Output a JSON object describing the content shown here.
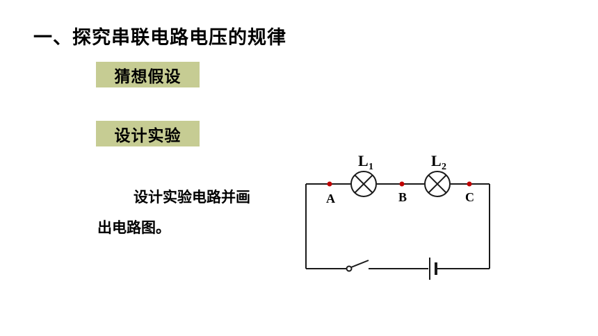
{
  "title": "一、探究串联电路电压的规律",
  "tags": [
    "猜想假设",
    "设计实验"
  ],
  "paragraph": {
    "line1": "设计实验电路并画",
    "line2": "出电路图。"
  },
  "circuit": {
    "lamp1_label": "L",
    "lamp1_sub": "1",
    "lamp2_label": "L",
    "lamp2_sub": "2",
    "point_a": "A",
    "point_b": "B",
    "point_c": "C",
    "wire_color": "#1a1a1a",
    "node_color": "#c00000"
  }
}
